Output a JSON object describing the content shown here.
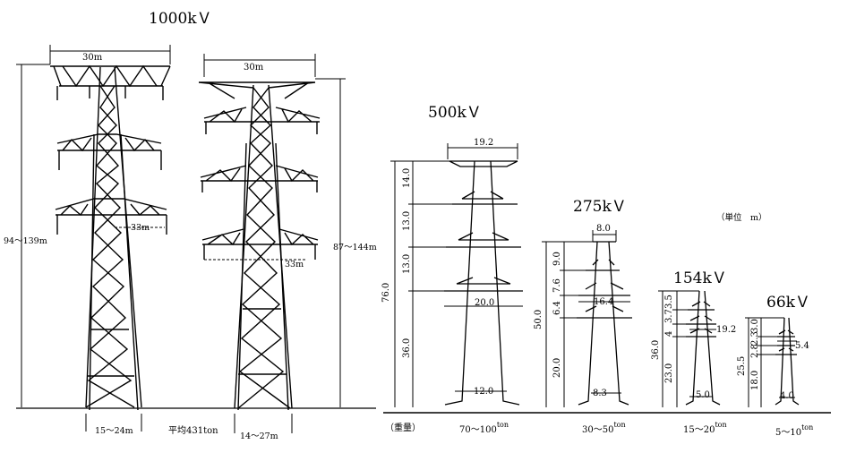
{
  "towers": {
    "t1000": {
      "voltage": "1000kＶ",
      "width_top": "30m",
      "height": "94～139m",
      "arm_width": "33m",
      "base": "15～24m",
      "weight": "平均431ton"
    },
    "t1000b": {
      "width_top": "30m",
      "height": "87～144m",
      "arm_width": "33m",
      "base": "14～27m"
    },
    "t500": {
      "voltage": "500kＶ",
      "top": "19.2",
      "arm": "20.0",
      "base": "12.0",
      "h_total": "76.0",
      "h_lower": "36.0",
      "h_seg1": "14.0",
      "h_seg2": "13.0",
      "h_seg3": "13.0",
      "weight_value": "70～100",
      "weight_unit": "ton"
    },
    "t275": {
      "voltage": "275kＶ",
      "top": "8.0",
      "arm": "16.4",
      "base": "8.3",
      "h_total": "50.0",
      "h_lower": "20.0",
      "h_seg1": "9.0",
      "h_seg2": "7.6",
      "h_seg3": "6.4",
      "weight_value": "30～50",
      "weight_unit": "ton"
    },
    "t154": {
      "voltage": "154kＶ",
      "arm": "19.2",
      "base": "5.0",
      "h_total": "36.0",
      "h_lower": "23.0",
      "h_seg1": "3.5",
      "h_seg2": "3.7",
      "h_seg3": "4",
      "weight_value": "15～20",
      "weight_unit": "ton"
    },
    "t66": {
      "voltage": "66kＶ",
      "arm": "5.4",
      "base": "4.0",
      "h_total": "25.5",
      "h_lower": "18.0",
      "h_seg1": "3.0",
      "h_seg2": "2.3",
      "h_seg3": "2.8",
      "weight_value": "5～10",
      "weight_unit": "ton"
    }
  },
  "unit_label": "（単位　m）",
  "weight_label": "（重量）"
}
